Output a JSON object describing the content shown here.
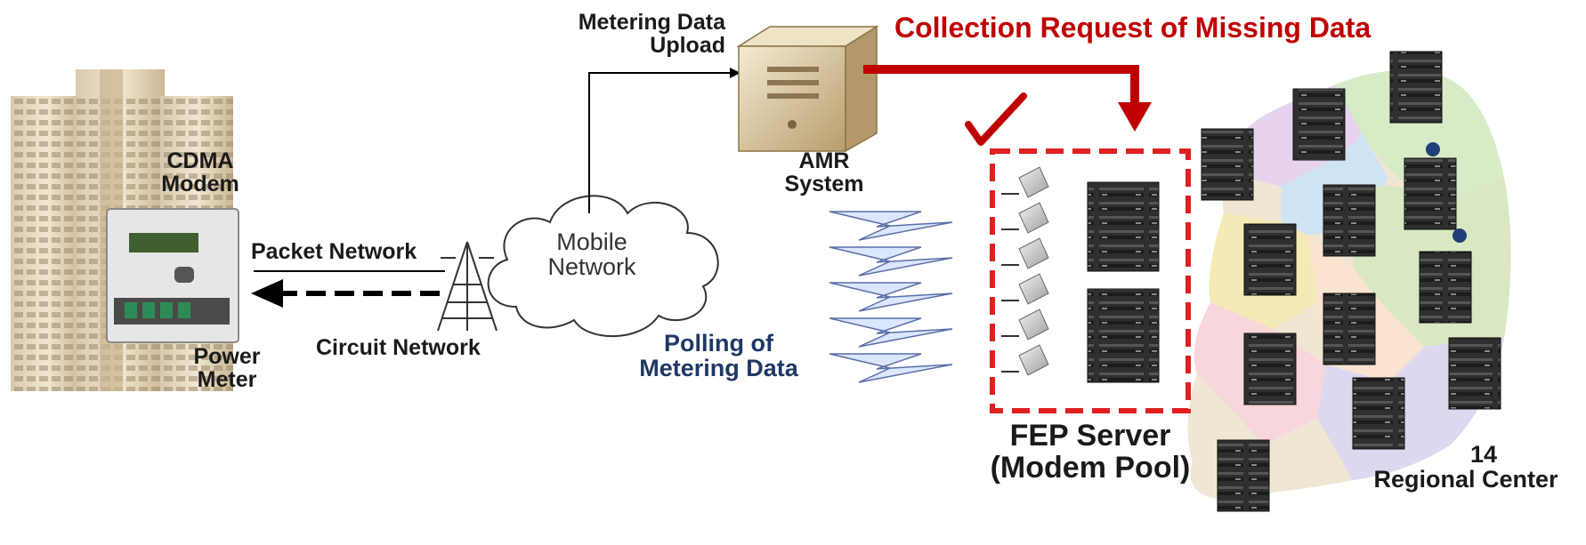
{
  "labels": {
    "cdma_modem": [
      "CDMA",
      "Modem"
    ],
    "power_meter": [
      "Power",
      "Meter"
    ],
    "packet_network": "Packet Network",
    "circuit_network": "Circuit Network",
    "mobile_network": [
      "Mobile",
      "Network"
    ],
    "metering_upload": [
      "Metering Data",
      "Upload"
    ],
    "amr_system": [
      "AMR",
      "System"
    ],
    "collection_request": "Collection Request of Missing Data",
    "polling": [
      "Polling of",
      "Metering Data"
    ],
    "fep_server": [
      "FEP Server",
      "(Modem Pool)"
    ],
    "regional_center": [
      "14",
      "Regional Center"
    ]
  },
  "colors": {
    "request_arrow": "#c00000",
    "dashed_box": "#e02020",
    "polling_text": "#1f3864",
    "lightning": "#dbe6ff",
    "rack": "#2b2b2b"
  },
  "icons": {
    "check": "check-mark-icon",
    "tower": "cell-tower-icon",
    "server": "amr-server-icon",
    "modem": "modem-icon",
    "rack": "server-rack-icon",
    "building": "apartment-building-icon",
    "meter": "power-meter-icon",
    "map": "korea-map-icon",
    "cloud": "cloud-icon"
  }
}
